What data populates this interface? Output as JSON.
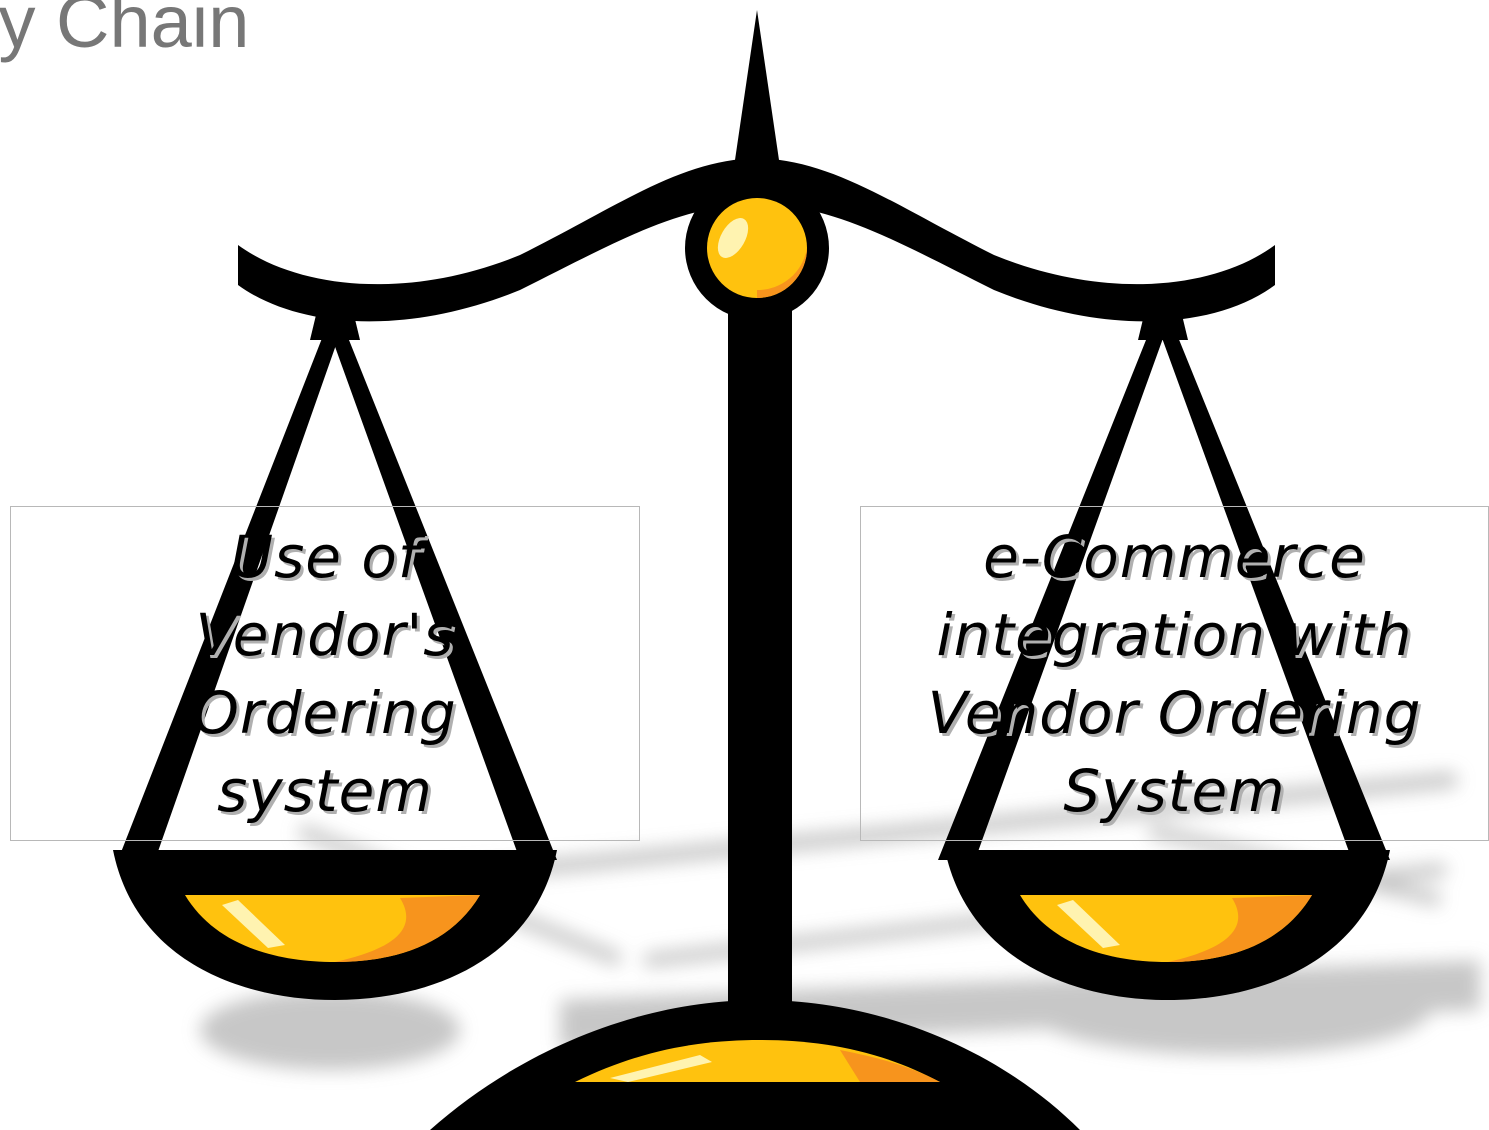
{
  "slide": {
    "title": "ly Chain",
    "left_option": "Use of\nVendor's\nOrdering\nsystem",
    "right_option": "e-Commerce\nintegration with\nVendor Ordering\nSystem"
  },
  "art": {
    "icon": "balance-scale-icon",
    "colors": {
      "frame": "#000000",
      "gold": "#ffc20e",
      "gold_dark": "#f7941d",
      "highlight": "#fff3b0",
      "shadow": "#9a9a9a"
    }
  }
}
